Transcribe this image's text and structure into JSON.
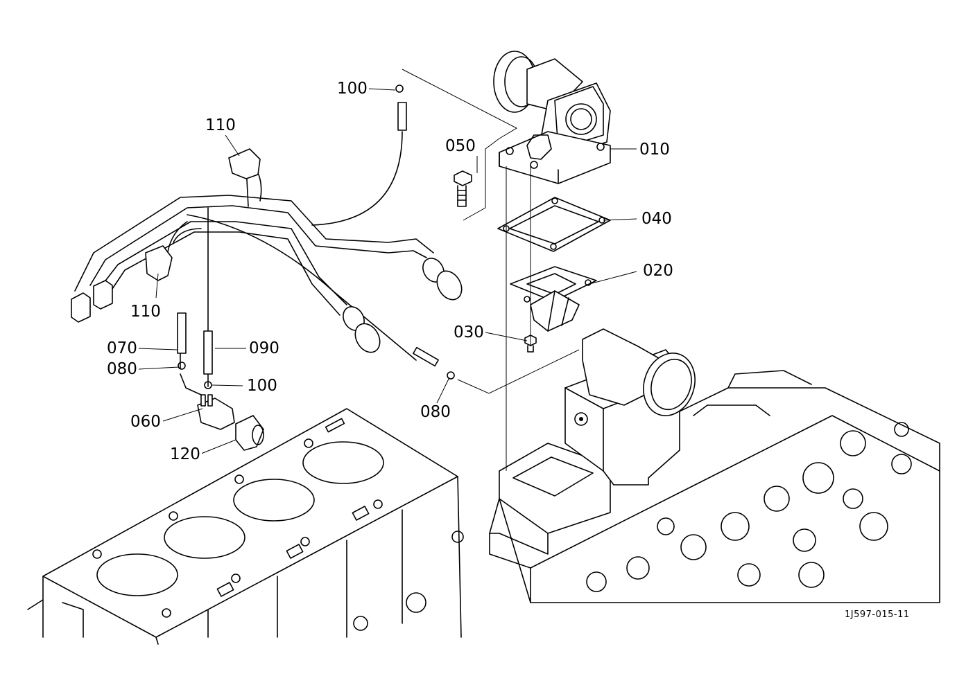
{
  "diagram": {
    "drawing_id": "1J597-015-11",
    "labels": {
      "p010": "010",
      "p020": "020",
      "p030": "030",
      "p040": "040",
      "p050": "050",
      "p060": "060",
      "p070": "070",
      "p080_left": "080",
      "p080_right": "080",
      "p090": "090",
      "p100_top": "100",
      "p100_mid": "100",
      "p110_top": "110",
      "p110_left": "110",
      "p120": "120"
    }
  }
}
